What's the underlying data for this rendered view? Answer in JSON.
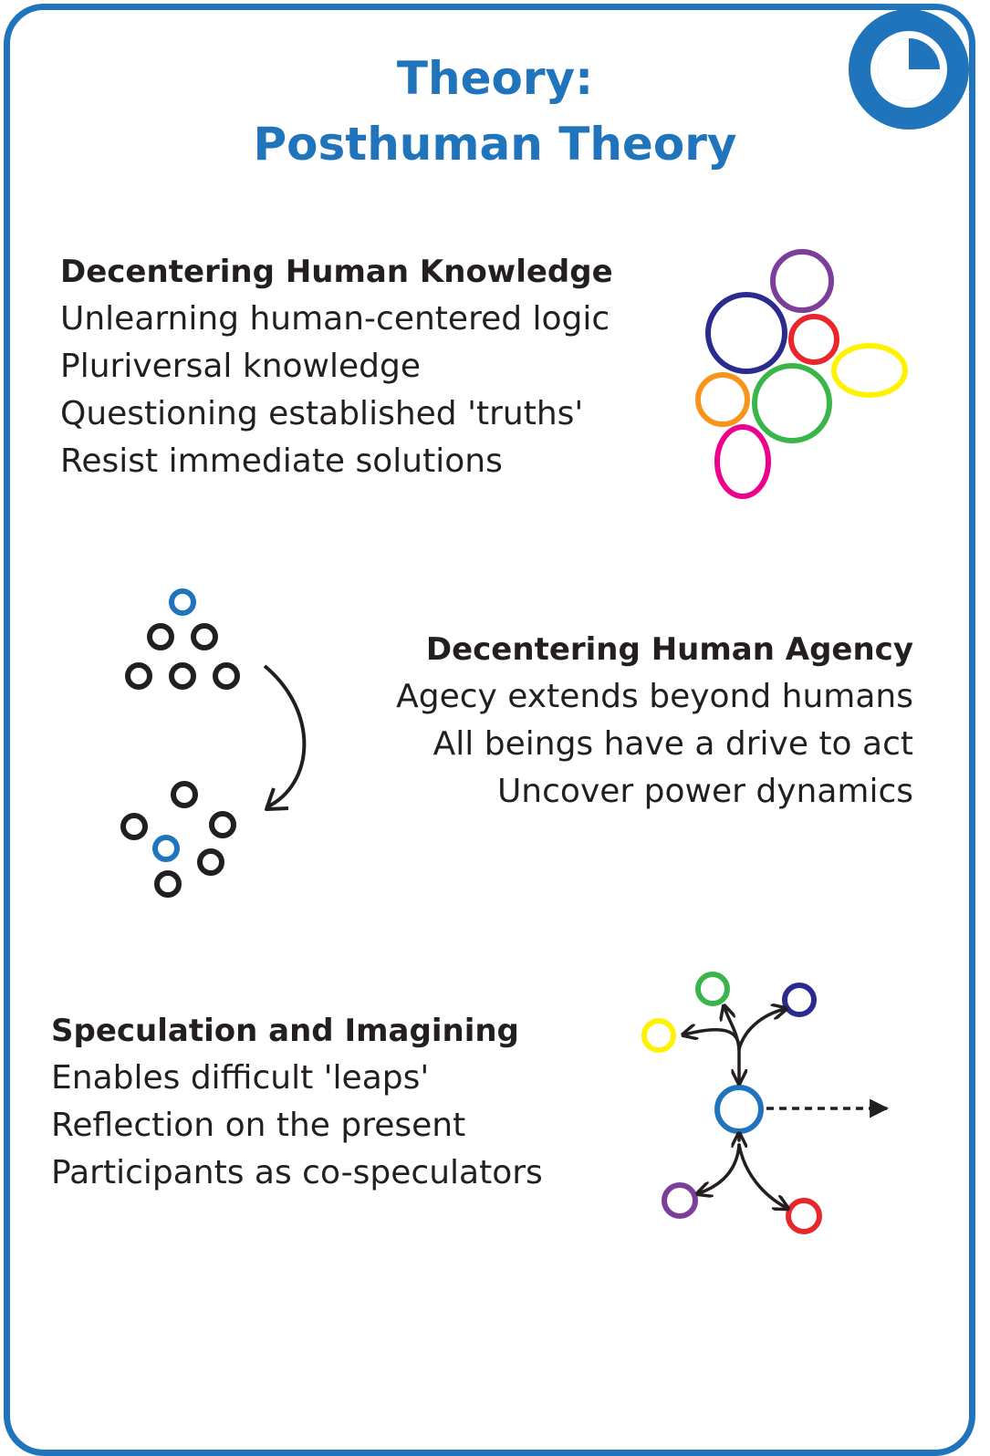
{
  "title": {
    "line1": "Theory:",
    "line2": "Posthuman Theory"
  },
  "icons": {
    "badge": "clock-icon",
    "colors": {
      "brand": "#1f74bb",
      "text": "#231f20",
      "purple": "#7b3f99",
      "navy": "#2b2a8e",
      "red": "#e8262b",
      "yellow": "#fff200",
      "orange": "#f7941d",
      "green": "#39b54a",
      "magenta": "#ec008c",
      "blue": "#1f74bb"
    }
  },
  "sections": [
    {
      "heading": "Decentering Human Knowledge",
      "items": [
        "Unlearning human-centered logic",
        "Pluriversal knowledge",
        "Questioning established 'truths'",
        "Resist immediate solutions"
      ]
    },
    {
      "heading": "Decentering Human Agency",
      "items": [
        "Agecy extends beyond humans",
        "All beings have a drive to act",
        "Uncover power dynamics"
      ]
    },
    {
      "heading": "Speculation and Imagining",
      "items": [
        "Enables difficult 'leaps'",
        "Reflection on the present",
        "Participants as co-speculators"
      ]
    }
  ]
}
